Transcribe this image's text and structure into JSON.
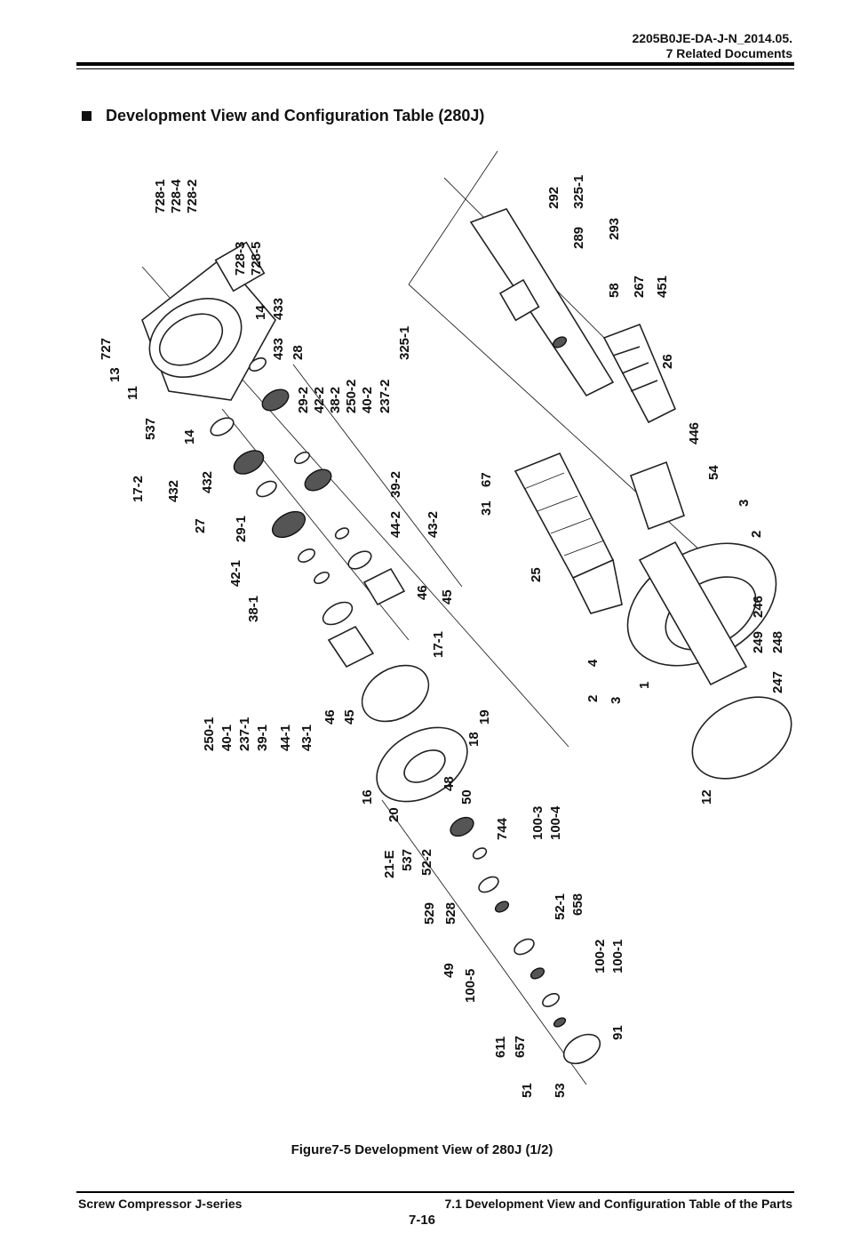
{
  "header": {
    "doc_code": "2205B0JE-DA-J-N_2014.05.",
    "section": "7 Related Documents"
  },
  "title": "Development View and Configuration Table (280J)",
  "figure": {
    "caption": "Figure7-5 Development View of 280J (1/2)",
    "part_labels": [
      "728-1",
      "728-4",
      "728-2",
      "728-3",
      "728-5",
      "727",
      "13",
      "11",
      "537",
      "17-2",
      "432",
      "14",
      "432",
      "27",
      "433",
      "14",
      "433",
      "28",
      "29-2",
      "42-2",
      "38-2",
      "250-2",
      "40-2",
      "237-2",
      "29-1",
      "42-1",
      "38-1",
      "39-2",
      "44-2",
      "43-2",
      "46",
      "45",
      "17-1",
      "250-1",
      "40-1",
      "237-1",
      "39-1",
      "44-1",
      "43-1",
      "46",
      "45",
      "16",
      "20",
      "21-E",
      "537",
      "52-2",
      "48",
      "50",
      "18",
      "19",
      "529",
      "528",
      "744",
      "100-3",
      "100-4",
      "49",
      "100-5",
      "52-1",
      "658",
      "611",
      "657",
      "100-2",
      "100-1",
      "51",
      "53",
      "91",
      "325-1",
      "292",
      "325-1",
      "289",
      "293",
      "58",
      "267",
      "451",
      "26",
      "446",
      "54",
      "31",
      "67",
      "25",
      "3",
      "2",
      "246",
      "249",
      "248",
      "247",
      "4",
      "2",
      "3",
      "1",
      "12"
    ]
  },
  "footer": {
    "left": "Screw Compressor J-series",
    "right": "7.1 Development View and Configuration Table of the Parts",
    "page": "7-16"
  }
}
